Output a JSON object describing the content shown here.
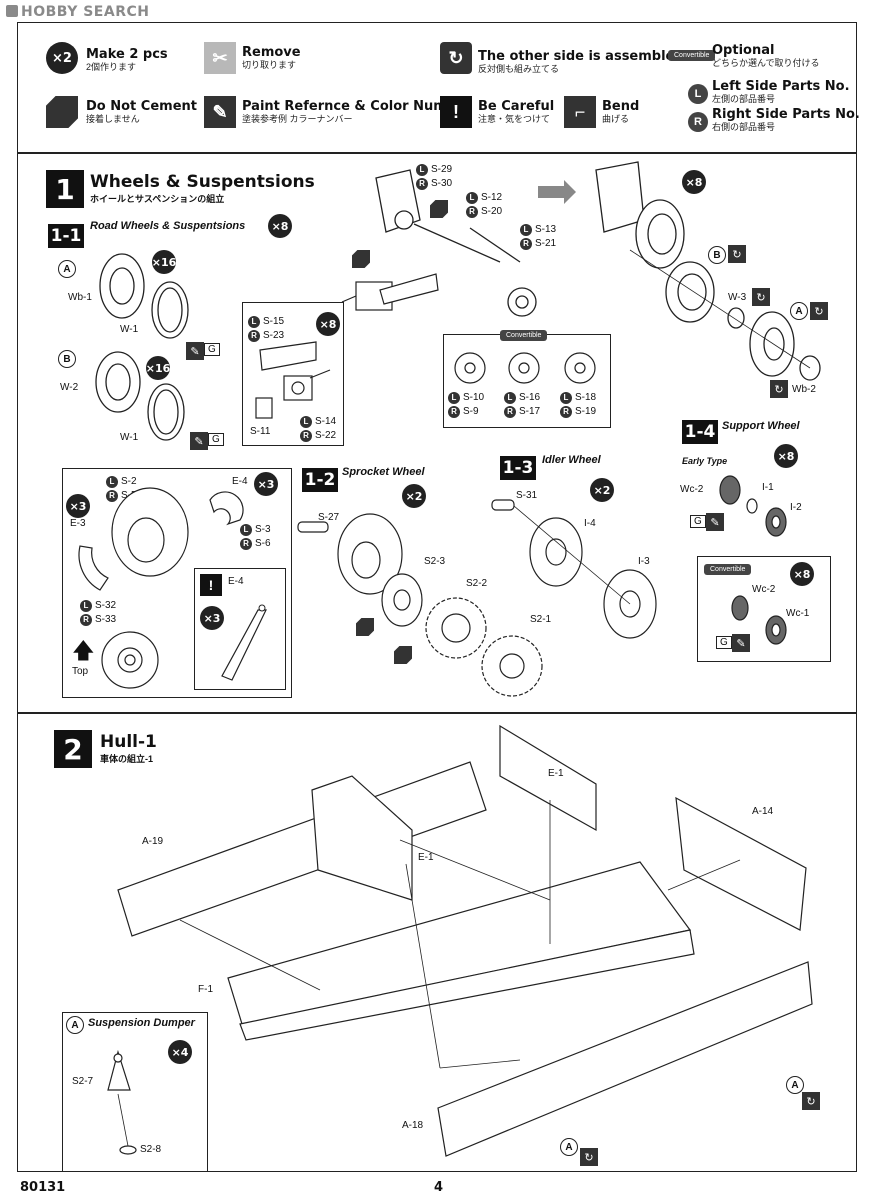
{
  "watermark": "HOBBY SEARCH",
  "legend": {
    "make2": {
      "icon": "×2",
      "title": "Make 2 pcs",
      "jp": "2個作ります"
    },
    "remove": {
      "title": "Remove",
      "jp": "切り取ります"
    },
    "other_side": {
      "title": "The other side is assembled.",
      "jp": "反対側も組み立てる"
    },
    "optional": {
      "badge": "Convertible",
      "title": "Optional",
      "jp": "どちらか選んで取り付ける"
    },
    "left_side": {
      "badge": "L",
      "title": "Left Side Parts No.",
      "jp": "左側の部品番号"
    },
    "right_side": {
      "badge": "R",
      "title": "Right Side Parts No.",
      "jp": "右側の部品番号"
    },
    "no_cement": {
      "title": "Do Not Cement",
      "jp": "接着しません"
    },
    "paint": {
      "title": "Paint Refernce & Color Number",
      "jp": "塗装参考例 カラーナンバー"
    },
    "careful": {
      "icon": "!",
      "title": "Be Careful",
      "jp": "注意・気をつけて"
    },
    "bend": {
      "title": "Bend",
      "jp": "曲げる"
    }
  },
  "step1": {
    "number": "1",
    "title": "Wheels & Suspentsions",
    "jp": "ホイールとサスペンションの組立",
    "s11": {
      "number": "1-1",
      "title": "Road Wheels & Suspentsions",
      "qty": "×8",
      "a": {
        "letter": "A",
        "qty": "×16",
        "wb": "Wb-1",
        "w": "W-1",
        "color": "G"
      },
      "b": {
        "letter": "B",
        "qty": "×16",
        "wb": "W-2",
        "w": "W-1",
        "color": "G"
      }
    },
    "arm": {
      "qty": "×8",
      "l": "S-15",
      "r": "S-23",
      "s11": "S-11",
      "l2": "S-14",
      "r2": "S-22"
    },
    "top_labels": {
      "l1": "S-29",
      "r1": "S-30",
      "l2": "S-12",
      "r2": "S-20",
      "l3": "S-13",
      "r3": "S-21"
    },
    "convertible": {
      "badge": "Convertible",
      "opts": [
        {
          "l": "S-10",
          "r": "S-9"
        },
        {
          "l": "S-16",
          "r": "S-17"
        },
        {
          "l": "S-18",
          "r": "S-19"
        }
      ]
    },
    "right": {
      "qty": "×8",
      "b": "B",
      "w3": "W-3",
      "a": "A",
      "wb2": "Wb-2"
    },
    "s12": {
      "number": "1-2",
      "title": "Sprocket Wheel",
      "qty": "×2",
      "s27": "S-27",
      "s23": "S2-3",
      "s22": "S2-2",
      "s21": "S2-1"
    },
    "sprocket_box": {
      "qty": "×3",
      "l1": "S-2",
      "r1": "S-5",
      "e4": "E-4",
      "qty2": "×3",
      "l2": "S-3",
      "r2": "S-6",
      "e3": "E-3",
      "l3": "S-32",
      "r3": "S-33",
      "top": "Top"
    },
    "careful_box": {
      "icon": "!",
      "e4": "E-4",
      "qty": "×3"
    },
    "s13": {
      "number": "1-3",
      "title": "Idler Wheel",
      "qty": "×2",
      "s31": "S-31",
      "i4": "I-4",
      "i3": "I-3"
    },
    "s14": {
      "number": "1-4",
      "title": "Support Wheel",
      "early": "Early Type",
      "qty": "×8",
      "wc2": "Wc-2",
      "i1": "I-1",
      "i2": "I-2",
      "color": "G",
      "convertible": {
        "badge": "Convertible",
        "qty": "×8",
        "wc2": "Wc-2",
        "wc1": "Wc-1",
        "color": "G"
      }
    }
  },
  "step2": {
    "number": "2",
    "title": "Hull-1",
    "jp": "車体の組立-1",
    "labels": {
      "e1a": "E-1",
      "e1b": "E-1",
      "a19": "A-19",
      "a14": "A-14",
      "f1": "F-1",
      "a18": "A-18"
    },
    "dumper": {
      "letter": "A",
      "title": "Suspension Dumper",
      "qty": "×4",
      "s27": "S2-7",
      "s28": "S2-8"
    },
    "a_mark1": "A",
    "a_mark2": "A"
  },
  "footer": {
    "code": "80131",
    "page": "4"
  }
}
